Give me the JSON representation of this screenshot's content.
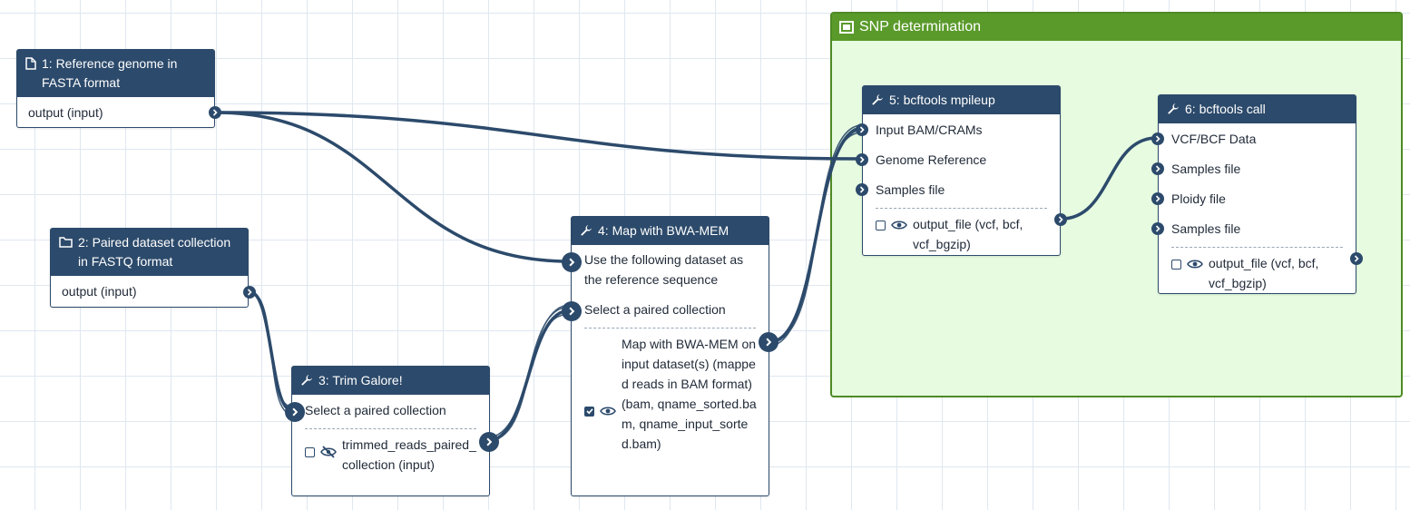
{
  "colors": {
    "node_header": "#2c4a6b",
    "frame_header": "#5a9a2a",
    "frame_fill": "#e6fbe0",
    "grid": "#dfe7f0"
  },
  "frame": {
    "title": "SNP determination",
    "icon": "frame-icon"
  },
  "nodes": {
    "n1": {
      "title": "1: Reference genome in FASTA format",
      "icon": "file-icon",
      "output": "output (input)"
    },
    "n2": {
      "title": "2: Paired dataset collection in FASTQ format",
      "icon": "folder-icon",
      "output": "output (input)"
    },
    "n3": {
      "title": "3: Trim Galore!",
      "icon": "wrench-icon",
      "inputs": [
        "Select a paired collection"
      ],
      "output": {
        "name": "trimmed_reads_paired_collection (input)",
        "checked": false,
        "visible": false
      }
    },
    "n4": {
      "title": "4: Map with BWA-MEM",
      "icon": "wrench-icon",
      "inputs": [
        "Use the following dataset as the reference sequence",
        "Select a paired collection"
      ],
      "output": {
        "name": "Map with BWA-MEM on input dataset(s) (mapped reads in BAM format) (bam, qname_sorted.bam, qname_input_sorted.bam)",
        "checked": true,
        "visible": true
      }
    },
    "n5": {
      "title": "5: bcftools mpileup",
      "icon": "wrench-icon",
      "inputs": [
        "Input BAM/CRAMs",
        "Genome Reference",
        "Samples file"
      ],
      "output": {
        "name": "output_file (vcf, bcf, vcf_bgzip)",
        "checked": false,
        "visible": true
      }
    },
    "n6": {
      "title": "6: bcftools call",
      "icon": "wrench-icon",
      "inputs": [
        "VCF/BCF Data",
        "Samples file",
        "Ploidy file",
        "Samples file"
      ],
      "output": {
        "name": "output_file (vcf, bcf, vcf_bgzip)",
        "checked": false,
        "visible": true
      }
    }
  }
}
